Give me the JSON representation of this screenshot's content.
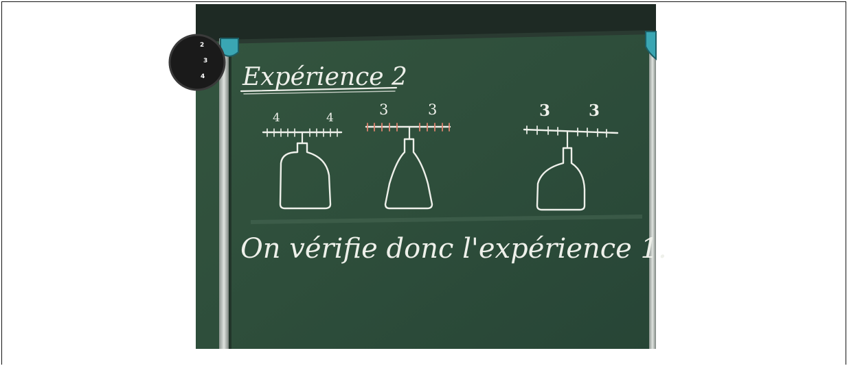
{
  "board": {
    "title": "Expérience 2",
    "conclusion": "On vérifie donc l'expérience 1.",
    "clock_numbers": [
      "2",
      "3",
      "4"
    ]
  },
  "balances": [
    {
      "left_label": "4",
      "right_label": "4",
      "label_color": "#d8ddd4"
    },
    {
      "left_label": "3",
      "right_label": "3",
      "label_color": "#e0836f"
    },
    {
      "left_label": "3",
      "right_label": "3",
      "label_color": "#eef0ea"
    }
  ],
  "colors": {
    "board": "#2f4f3c",
    "chalk": "#eef0ea",
    "red_chalk": "#e0836f",
    "frame_teal": "#3aa6b3"
  }
}
